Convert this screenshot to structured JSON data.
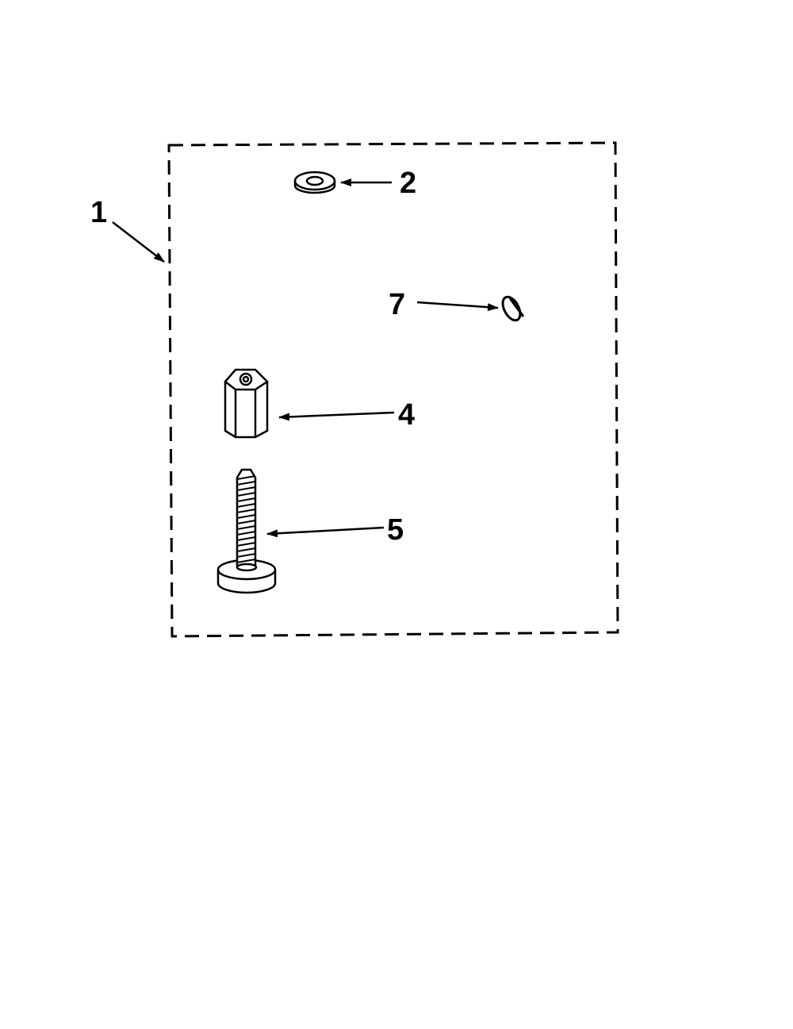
{
  "callouts": {
    "kit": "1",
    "washer": "2",
    "clip": "7",
    "standoff": "4",
    "screw": "5"
  },
  "colors": {
    "line": "#000000",
    "background": "#ffffff"
  }
}
